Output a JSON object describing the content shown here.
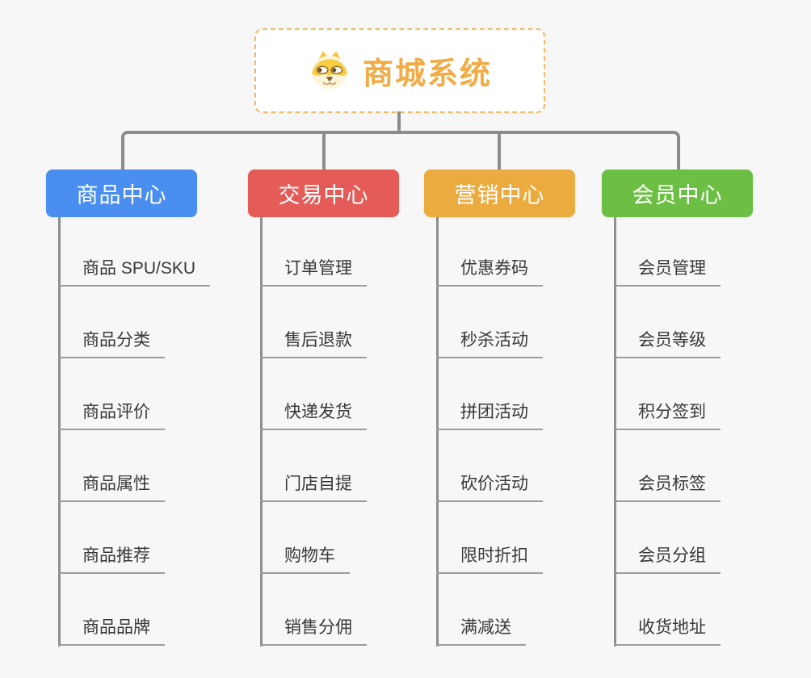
{
  "canvas": {
    "background": "#f7f7f7",
    "connector_color": "#8c8c8c"
  },
  "root": {
    "title": "商城系统",
    "icon": "dog-face-icon",
    "title_color": "#f2ab45",
    "border_color": "#f3bc64",
    "background": "#ffffff"
  },
  "branches": [
    {
      "id": "product-center",
      "label": "商品中心",
      "color": "#4a8ef0",
      "children": [
        "商品 SPU/SKU",
        "商品分类",
        "商品评价",
        "商品属性",
        "商品推荐",
        "商品品牌"
      ]
    },
    {
      "id": "trade-center",
      "label": "交易中心",
      "color": "#e45b57",
      "children": [
        "订单管理",
        "售后退款",
        "快递发货",
        "门店自提",
        "购物车",
        "销售分佣"
      ]
    },
    {
      "id": "marketing-center",
      "label": "营销中心",
      "color": "#ecab3e",
      "children": [
        "优惠券码",
        "秒杀活动",
        "拼团活动",
        "砍价活动",
        "限时折扣",
        "满减送"
      ]
    },
    {
      "id": "member-center",
      "label": "会员中心",
      "color": "#6cbf43",
      "children": [
        "会员管理",
        "会员等级",
        "积分签到",
        "会员标签",
        "会员分组",
        "收货地址"
      ]
    }
  ]
}
